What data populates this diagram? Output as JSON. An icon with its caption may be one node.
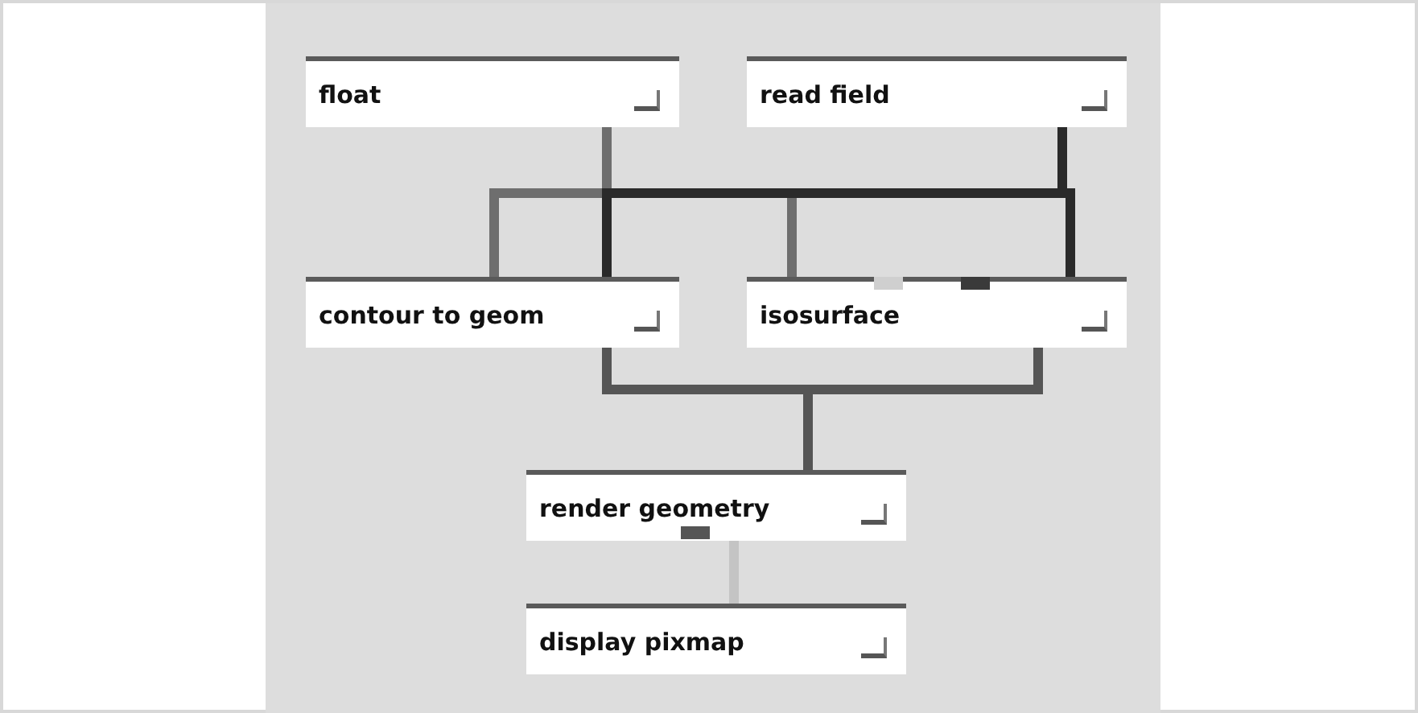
{
  "diagram": {
    "nodes": [
      {
        "text": [
          "float"
        ]
      },
      {
        "text": [
          "read field"
        ]
      },
      {
        "text": [
          "contour to geom"
        ]
      },
      {
        "text": [
          "isosurface"
        ]
      },
      {
        "text": [
          "render geometry"
        ]
      },
      {
        "text": [
          "display pixmap"
        ]
      }
    ],
    "edges": [
      {
        "from": 0,
        "to": 2,
        "arrow": "none",
        "color": "#6e6e6e"
      },
      {
        "from": 0,
        "to": 3,
        "arrow": "none",
        "color": "#6e6e6e"
      },
      {
        "from": 1,
        "to": 2,
        "arrow": "none"
      },
      {
        "from": 1,
        "to": 3,
        "arrow": "none"
      },
      {
        "from": 2,
        "to": 4,
        "arrow": "none",
        "color": "#555555"
      },
      {
        "from": 3,
        "to": 4,
        "arrow": "none",
        "color": "#555555"
      },
      {
        "from": 4,
        "to": 5,
        "arrow": "none",
        "color": "#c4c4c4"
      }
    ]
  }
}
